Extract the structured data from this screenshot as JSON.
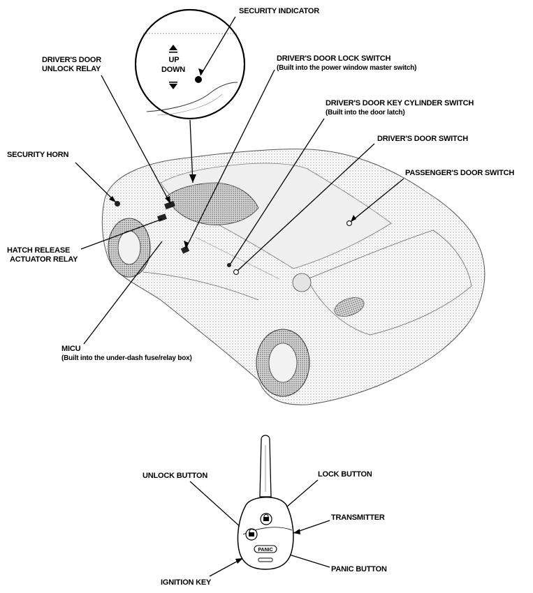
{
  "labels": {
    "security_indicator": "SECURITY INDICATOR",
    "drivers_door_unlock_relay_1": "DRIVER'S DOOR",
    "drivers_door_unlock_relay_2": "UNLOCK RELAY",
    "drivers_door_lock_switch": "DRIVER'S DOOR LOCK SWITCH",
    "drivers_door_lock_switch_note": "(Built into the power window master switch)",
    "key_cylinder_switch": "DRIVER'S DOOR KEY CYLINDER SWITCH",
    "key_cylinder_switch_note": "(Built into the door latch)",
    "drivers_door_switch": "DRIVER'S DOOR SWITCH",
    "passengers_door_switch": "PASSENGER'S DOOR SWITCH",
    "security_horn": "SECURITY HORN",
    "hatch_release_1": "HATCH RELEASE",
    "hatch_release_2": "ACTUATOR RELAY",
    "micu": "MICU",
    "micu_note": "(Built into the under-dash fuse/relay box)",
    "unlock_button": "UNLOCK BUTTON",
    "lock_button": "LOCK BUTTON",
    "transmitter": "TRANSMITTER",
    "panic_button": "PANIC BUTTON",
    "ignition_key": "IGNITION KEY"
  },
  "inset": {
    "up": "UP",
    "down": "DOWN"
  },
  "key": {
    "panic_text": "PANIC"
  }
}
